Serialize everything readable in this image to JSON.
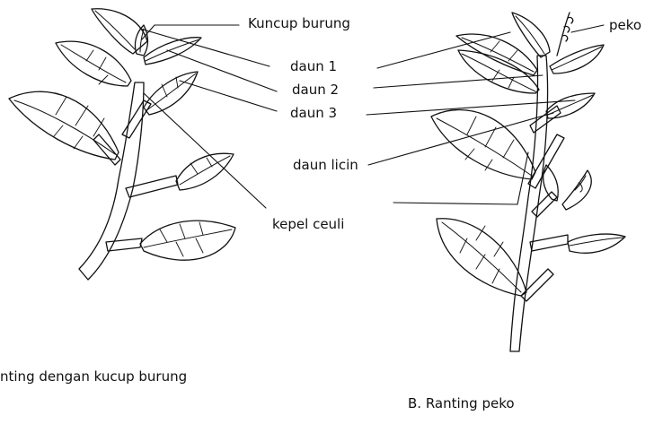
{
  "labels": {
    "kuncup_burung": "Kuncup burung",
    "peko": "peko",
    "daun_1": "daun 1",
    "daun_2": "daun 2",
    "daun_3": "daun 3",
    "daun_licin": "daun licin",
    "kepel_ceuli": "kepel ceuli"
  },
  "captions": {
    "a": "nting dengan kucup burung",
    "b": "B. Ranting peko"
  },
  "colors": {
    "ink": "#111111",
    "background": "#ffffff"
  }
}
